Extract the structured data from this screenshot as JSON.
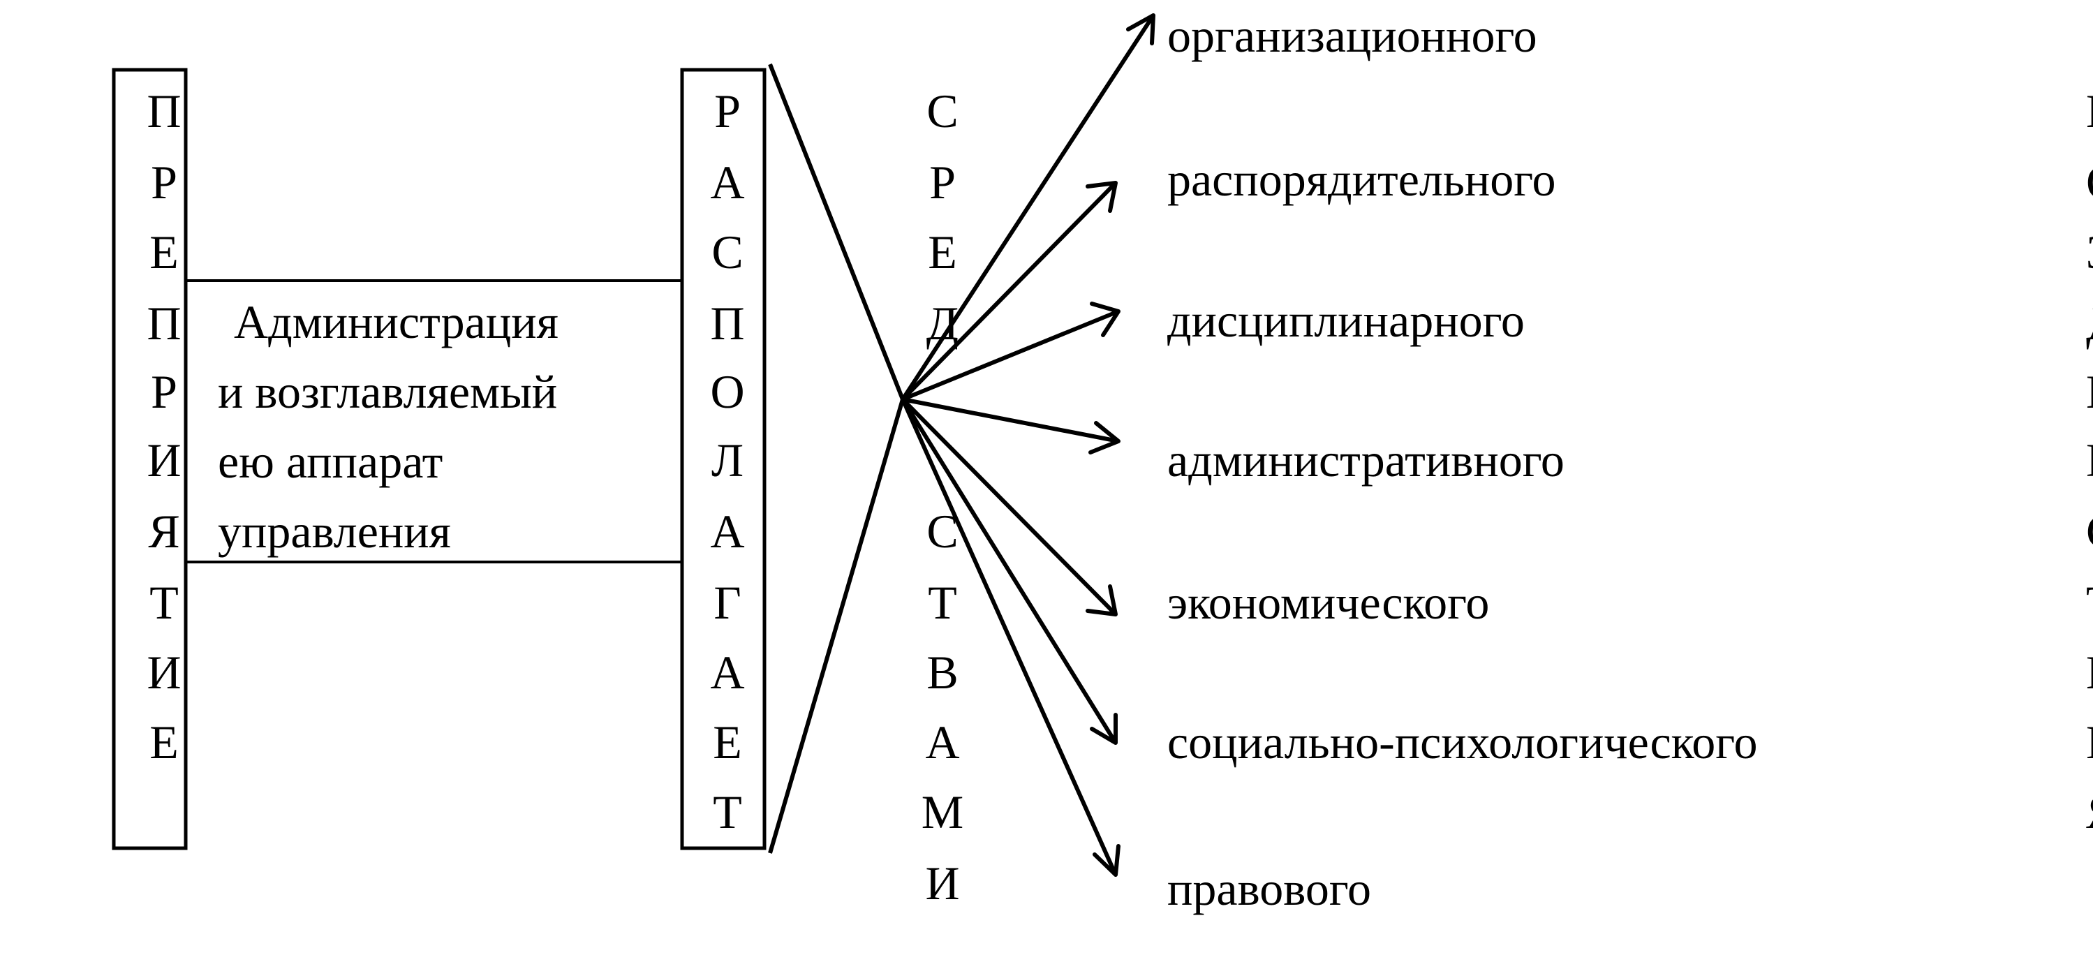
{
  "left_box": {
    "letters": [
      "П",
      "Р",
      "Е",
      "П",
      "Р",
      "И",
      "Я",
      "Т",
      "И",
      "Е"
    ]
  },
  "admin_box": {
    "lines": [
      "Администрация",
      "и возглавляемый",
      "ею аппарат",
      "управления"
    ]
  },
  "disposes_box": {
    "letters": [
      "Р",
      "А",
      "С",
      "П",
      "О",
      "Л",
      "А",
      "Г",
      "А",
      "Е",
      "Т"
    ]
  },
  "means_column": {
    "letters": [
      "С",
      "Р",
      "Е",
      "Д",
      "",
      "",
      "С",
      "Т",
      "В",
      "А",
      "М",
      "И"
    ]
  },
  "influence_types": [
    "организационного",
    "распорядительного",
    "дисциплинарного",
    "административного",
    "экономического",
    "социально-психологического",
    "правового"
  ],
  "right_column": {
    "letters": [
      "В",
      "О",
      "З",
      "Д",
      "Е",
      "Й",
      "С",
      "Т",
      "В",
      "И",
      "Я"
    ]
  }
}
